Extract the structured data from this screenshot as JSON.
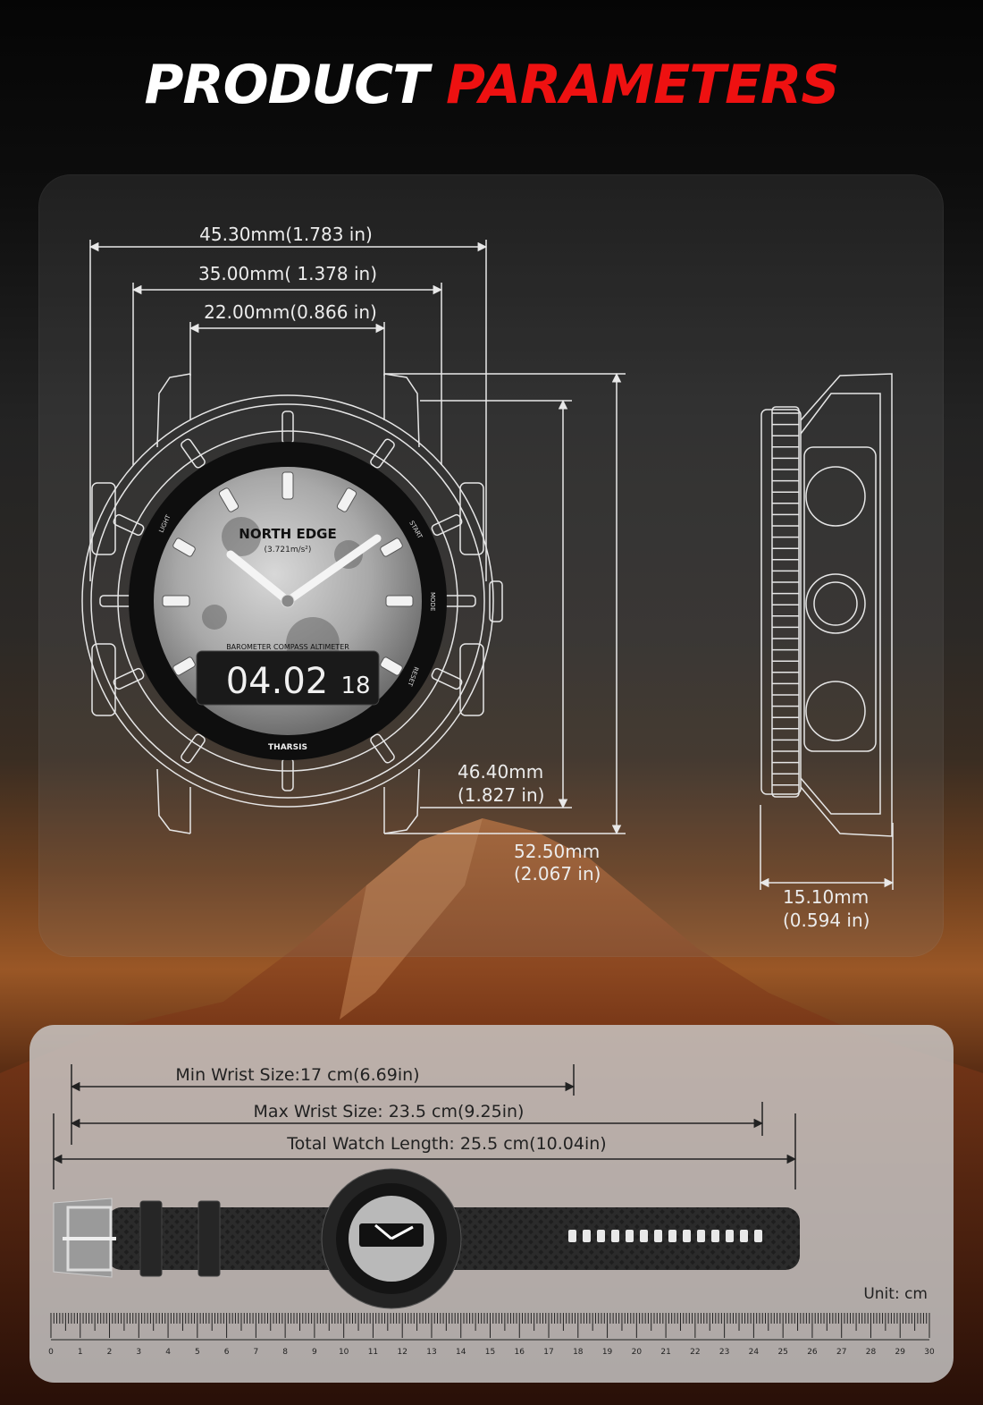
{
  "title": {
    "part1": "PRODUCT",
    "part2": "PARAMETERS"
  },
  "dimensions": {
    "outer_width": "45.30mm(1.783 in)",
    "case_width": "35.00mm( 1.378 in)",
    "strap_width": "22.00mm(0.866 in)",
    "case_height_mm": "46.40mm",
    "case_height_in": "(1.827 in)",
    "lug_height_mm": "52.50mm",
    "lug_height_in": "(2.067 in)",
    "thickness_mm": "15.10mm",
    "thickness_in": "(0.594 in)"
  },
  "watch_face": {
    "brand": "NORTH EDGE",
    "gravity": "(3.721m/s²)",
    "functions": "BAROMETER  COMPASS  ALTIMETER",
    "display_time": "04.02",
    "display_seconds": "18",
    "model": "THARSIS",
    "bezel_labels": {
      "light": "LIGHT",
      "start": "START",
      "mode": "MODE",
      "reset": "RESET"
    }
  },
  "strap": {
    "min_wrist": "Min Wrist Size:17 cm(6.69in)",
    "max_wrist": "Max Wrist Size: 23.5 cm(9.25in)",
    "total_length": "Total Watch Length: 25.5 cm(10.04in)",
    "unit": "Unit: cm",
    "ruler_labels": [
      "0",
      "1",
      "2",
      "3",
      "4",
      "5",
      "6",
      "7",
      "8",
      "9",
      "10",
      "11",
      "12",
      "13",
      "14",
      "15",
      "16",
      "17",
      "18",
      "19",
      "20",
      "21",
      "22",
      "23",
      "24",
      "25",
      "26",
      "27",
      "28",
      "29",
      "30"
    ]
  },
  "colors": {
    "accent": "#ee1111",
    "title_white": "#ffffff"
  }
}
